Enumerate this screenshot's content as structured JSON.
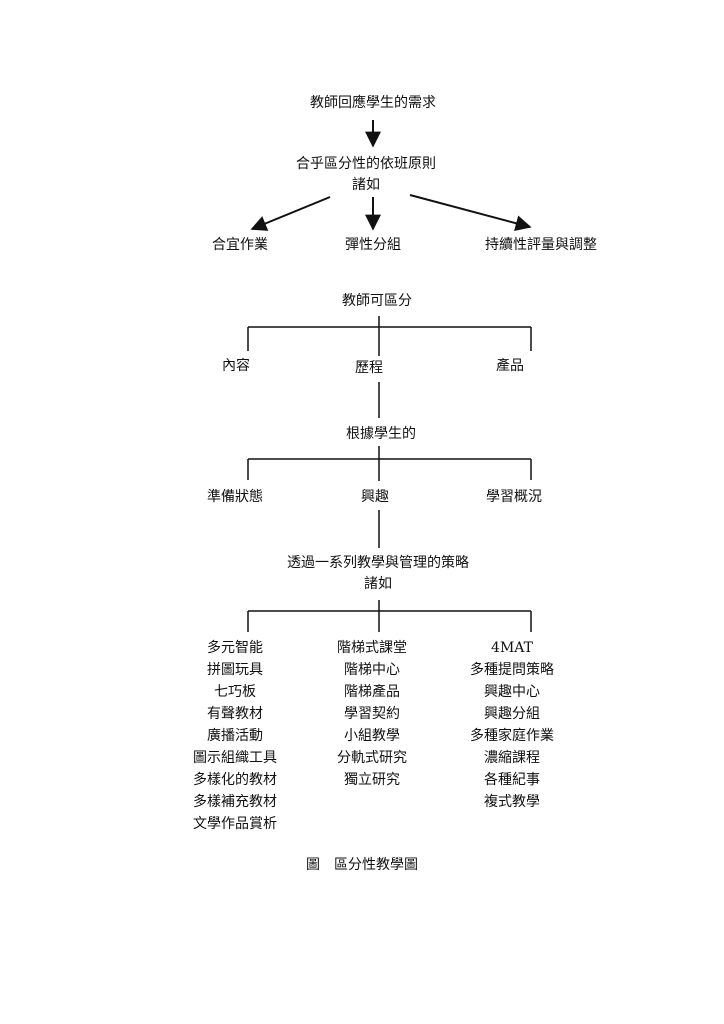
{
  "diagram": {
    "top_node": "教師回應學生的需求",
    "principles": {
      "line1": "合乎區分性的依班原則",
      "line2": "諸如"
    },
    "principle_items": [
      "合宜作業",
      "彈性分組",
      "持續性評量與調整"
    ],
    "teacher_can": "教師可區分",
    "differentiate_items": [
      "內容",
      "歷程",
      "產品"
    ],
    "based_on": "根據學生的",
    "student_factors": [
      "準備狀態",
      "興趣",
      "學習概況"
    ],
    "strategies": {
      "line1": "透過一系列教學與管理的策略",
      "line2": "諸如"
    },
    "strategy_columns": [
      [
        "多元智能",
        "拼圖玩具",
        "七巧板",
        "有聲教材",
        "廣播活動",
        "圖示組織工具",
        "多樣化的教材",
        "多樣補充教材",
        "文學作品賞析"
      ],
      [
        "階梯式課堂",
        "階梯中心",
        "階梯產品",
        "學習契約",
        "小組教學",
        "分軌式研究",
        "獨立研究"
      ],
      [
        "4MAT",
        "多種提問策略",
        "興趣中心",
        "興趣分組",
        "多種家庭作業",
        "濃縮課程",
        "各種紀事",
        "複式教學"
      ]
    ]
  },
  "caption": {
    "label": "圖",
    "title": "區分性教學圖"
  }
}
